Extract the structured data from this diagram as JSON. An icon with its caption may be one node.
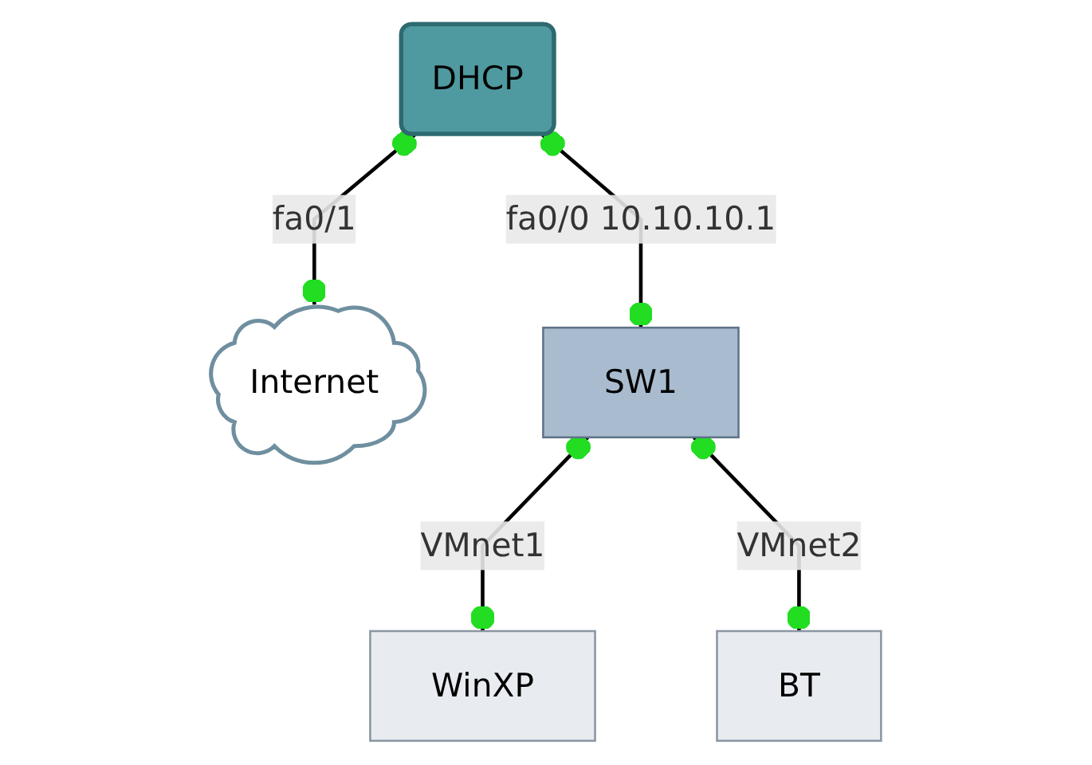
{
  "diagram": {
    "nodes": [
      {
        "text": [
          "DHCP"
        ]
      },
      {
        "text": [
          "Internet"
        ]
      },
      {
        "text": [
          "SW1"
        ]
      },
      {
        "text": [
          "WinXP"
        ]
      },
      {
        "text": [
          "BT"
        ]
      }
    ],
    "edges": [
      {
        "from": 0,
        "to": 1,
        "arrow": "other",
        "label": "fa0/1"
      },
      {
        "from": 0,
        "to": 2,
        "arrow": "other",
        "label": "fa0/0 10.10.10.1"
      },
      {
        "from": 2,
        "to": 3,
        "arrow": "other",
        "label": "VMnet1"
      },
      {
        "from": 2,
        "to": 4,
        "arrow": "other",
        "label": "VMnet2"
      }
    ]
  }
}
